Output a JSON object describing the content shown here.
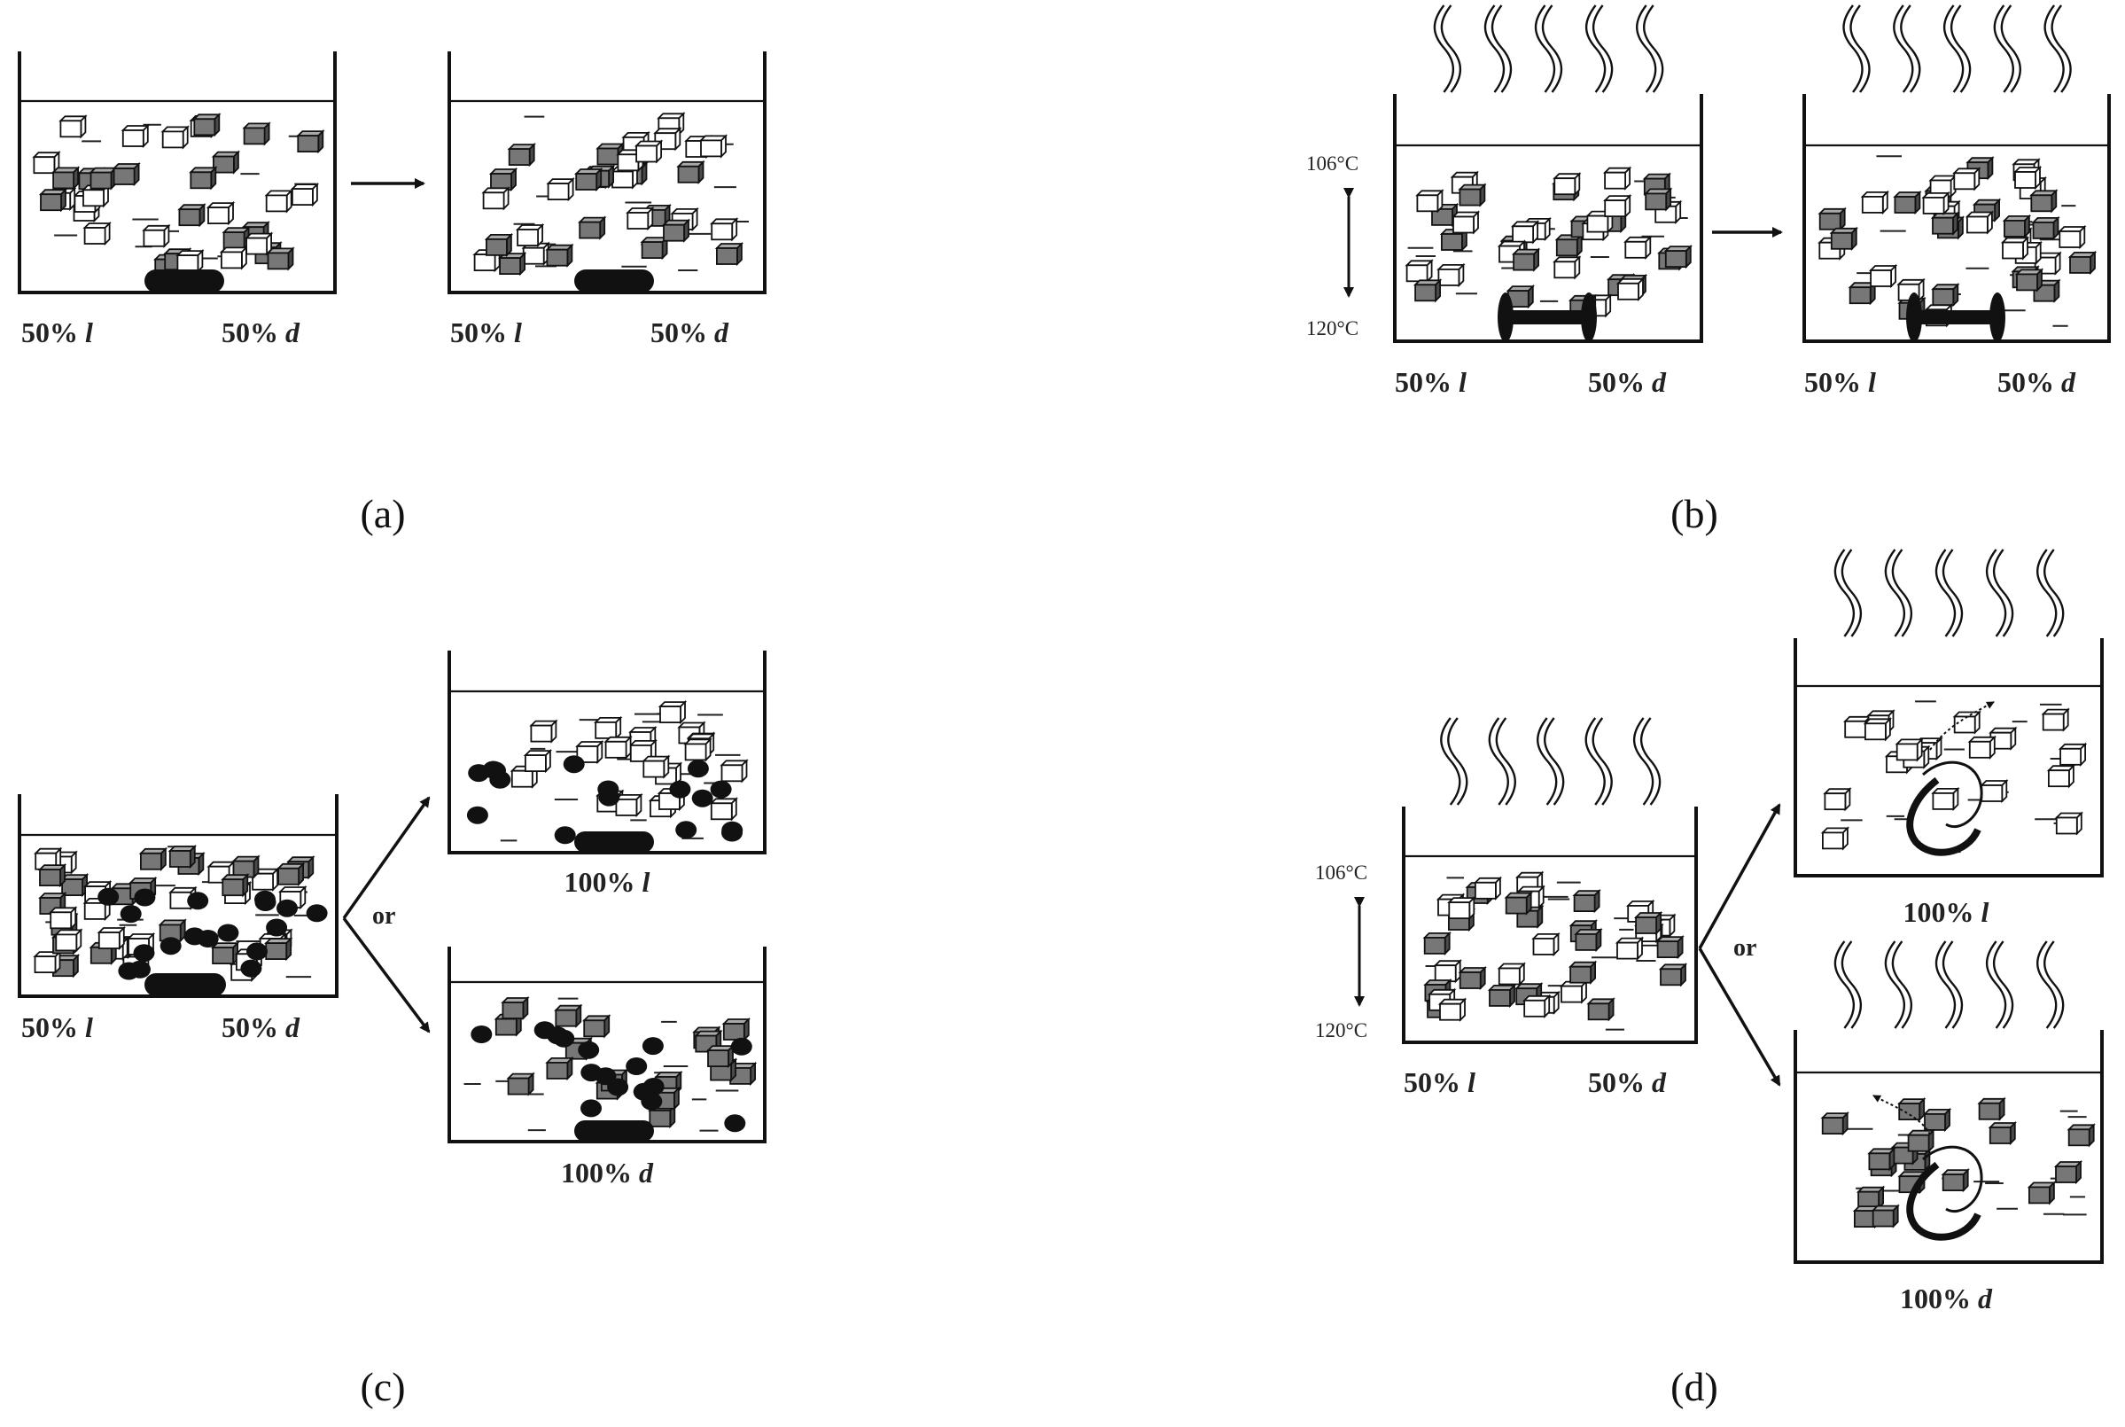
{
  "panels": {
    "a": {
      "caption": "(a)",
      "before": {
        "left_label": "50% l",
        "right_label": "50% d"
      },
      "after": {
        "left_label": "50% l",
        "right_label": "50% d"
      }
    },
    "b": {
      "caption": "(b)",
      "temp_top": "106°C",
      "temp_bottom": "120°C",
      "before": {
        "left_label": "50% l",
        "right_label": "50% d"
      },
      "after": {
        "left_label": "50% l",
        "right_label": "50% d"
      }
    },
    "c": {
      "caption": "(c)",
      "start": {
        "left_label": "50% l",
        "right_label": "50% d"
      },
      "or_label": "or",
      "top_result": "100% l",
      "bottom_result": "100% d"
    },
    "d": {
      "caption": "(d)",
      "temp_top": "106°C",
      "temp_bottom": "120°C",
      "start": {
        "left_label": "50% l",
        "right_label": "50% d"
      },
      "or_label": "or",
      "top_result": "100% l",
      "bottom_result": "100% d"
    }
  },
  "legend_semantics": {
    "white_cube": "l crystal",
    "gray_cube": "d crystal",
    "black_ellipse": "crushing bead",
    "black_bar": "stirrer",
    "wavy_lines": "heat"
  },
  "colors": {
    "ink": "#111111",
    "white_cube_face": "#ffffff",
    "gray_cube_face": "#777777",
    "gray_cube_top": "#a9a9a9",
    "gray_cube_side": "#4a4a4a"
  }
}
